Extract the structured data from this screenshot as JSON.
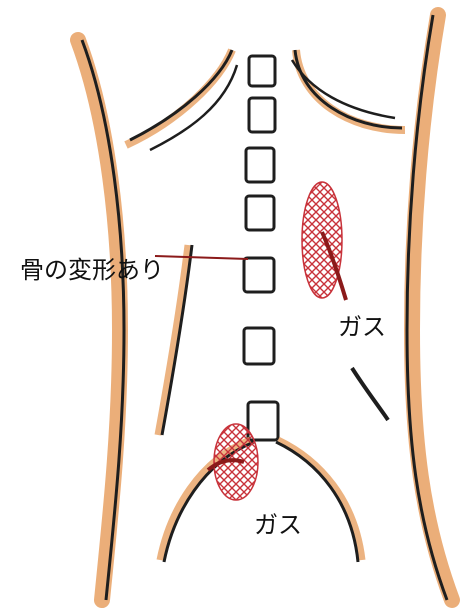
{
  "labels": {
    "bone_deformity": "骨の変形あり",
    "gas_upper": "ガス",
    "gas_lower": "ガス"
  },
  "colors": {
    "bone_outline": "#1e1e1e",
    "bone_shadow": "#d98a3a",
    "gas_hatch": "#c8323a",
    "leader_line": "#8b1a1a"
  }
}
